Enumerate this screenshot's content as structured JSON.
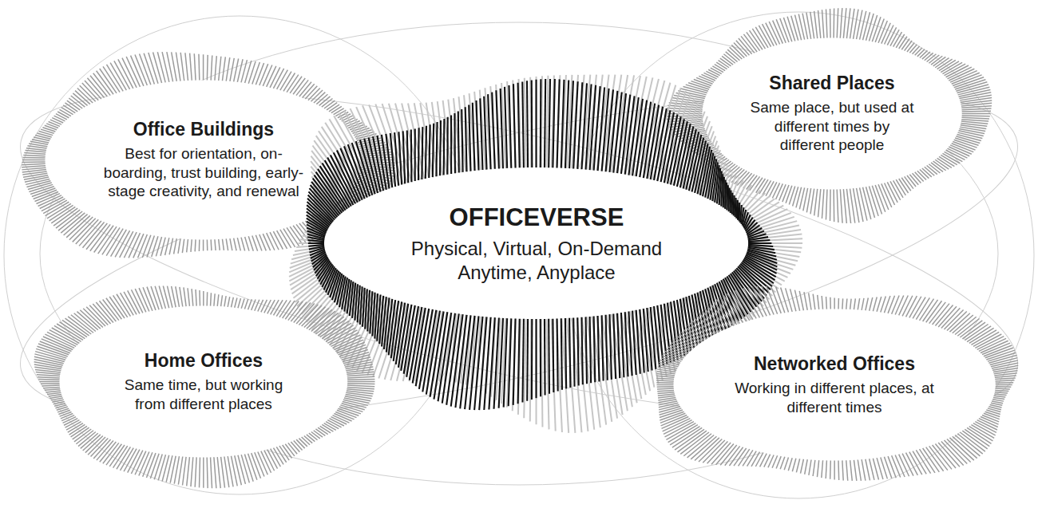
{
  "diagram": {
    "nodes": [
      {
        "text": [
          "Office Buildings",
          "Best for orientation, on-boarding, trust building, early-stage creativity, and renewal"
        ]
      },
      {
        "text": [
          "Shared Places",
          "Same place, but used at different times by different people"
        ]
      },
      {
        "text": [
          "OFFICEVERSE",
          "Physical, Virtual, On-Demand Anytime, Anyplace"
        ]
      },
      {
        "text": [
          "Home Offices",
          "Same time, but working from different places"
        ]
      },
      {
        "text": [
          "Networked Offices",
          "Working in different places, at different times"
        ]
      }
    ]
  }
}
